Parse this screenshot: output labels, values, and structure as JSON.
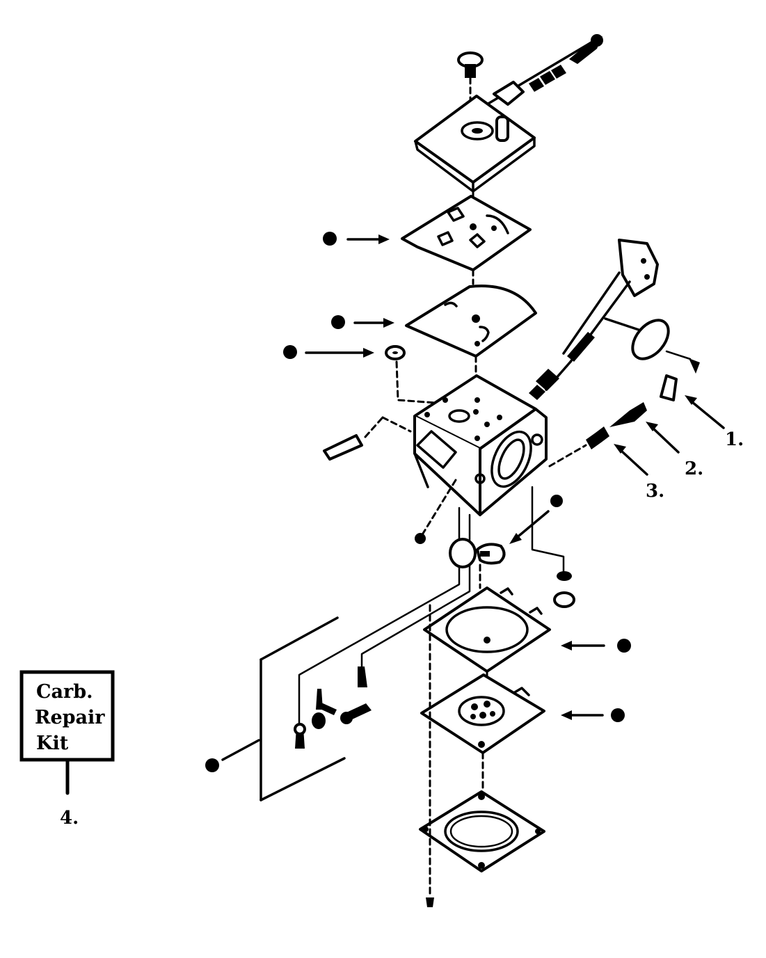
{
  "kit_box": {
    "lines": [
      "Carb.",
      "Repair",
      "Kit"
    ],
    "number": "4."
  },
  "callouts": [
    "1.",
    "2.",
    "3."
  ]
}
